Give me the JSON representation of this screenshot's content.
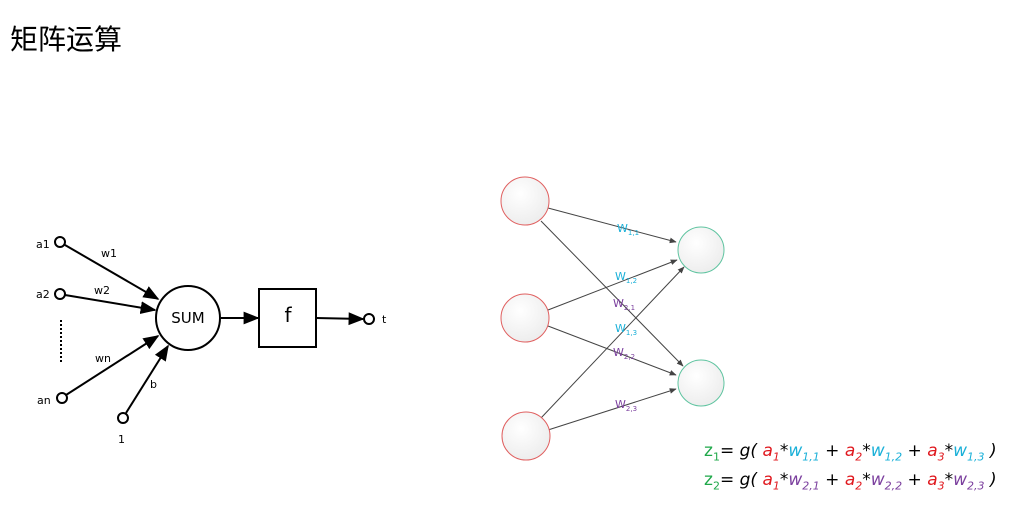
{
  "title": "矩阵运算",
  "neuron": {
    "inputs": [
      "a1",
      "a2",
      "an",
      "1"
    ],
    "weights": [
      "w1",
      "w2",
      "wn",
      "b"
    ],
    "sum_label": "SUM",
    "activation": "f",
    "output": "t"
  },
  "network": {
    "edge_labels": [
      {
        "base": "W",
        "sub": "1,1",
        "color": "#1ab0d8"
      },
      {
        "base": "W",
        "sub": "1,2",
        "color": "#1ab0d8"
      },
      {
        "base": "W",
        "sub": "2,1",
        "color": "#7b3f9e"
      },
      {
        "base": "W",
        "sub": "1,3",
        "color": "#1ab0d8"
      },
      {
        "base": "W",
        "sub": "2,2",
        "color": "#7b3f9e"
      },
      {
        "base": "W",
        "sub": "2,3",
        "color": "#7b3f9e"
      }
    ]
  },
  "formulas": [
    {
      "lhs": "z",
      "lhs_sub": "1",
      "eq": "= ",
      "g": "g(",
      "terms": [
        {
          "a": "a",
          "a_sub": "1",
          "w": "w",
          "w_sub": "1,1"
        },
        {
          "a": "a",
          "a_sub": "2",
          "w": "w",
          "w_sub": "1,2"
        },
        {
          "a": "a",
          "a_sub": "3",
          "w": "w",
          "w_sub": "1,3"
        }
      ],
      "close": ")",
      "w_color": "#1ab0d8"
    },
    {
      "lhs": "z",
      "lhs_sub": "2",
      "eq": "= ",
      "g": "g(",
      "terms": [
        {
          "a": "a",
          "a_sub": "1",
          "w": "w",
          "w_sub": "2,1"
        },
        {
          "a": "a",
          "a_sub": "2",
          "w": "w",
          "w_sub": "2,2"
        },
        {
          "a": "a",
          "a_sub": "3",
          "w": "w",
          "w_sub": "2,3"
        }
      ],
      "close": ")",
      "w_color": "#7b3f9e"
    }
  ],
  "colors": {
    "z": "#1fa84a",
    "a": "#e0181e",
    "input_node_stroke": "#e06060",
    "output_node_stroke": "#5fc4a0"
  }
}
